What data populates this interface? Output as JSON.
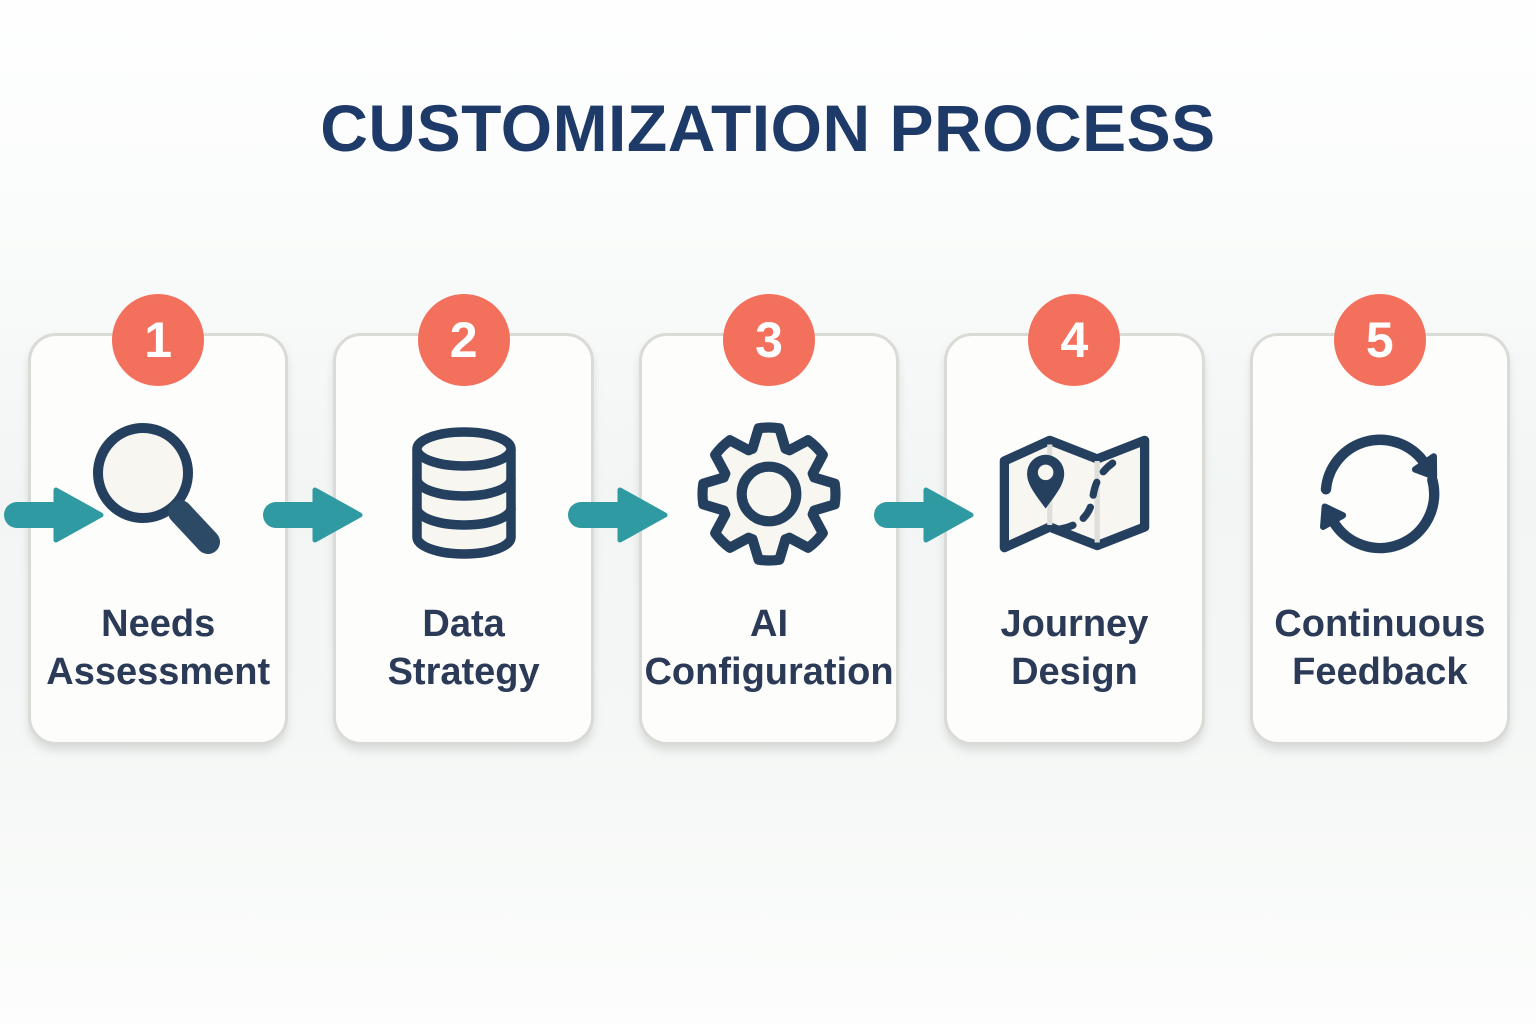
{
  "title": "CUSTOMIZATION PROCESS",
  "colors": {
    "accent_coral": "#F2705C",
    "arrow_teal": "#2F9AA1",
    "icon_navy": "#24405E",
    "title_navy": "#1E3A69",
    "label_navy": "#2B3A57",
    "card_background": "#FDFDFB",
    "card_border": "#DADBD7"
  },
  "steps": [
    {
      "number": "1",
      "label": "Needs Assessment",
      "label_line1": "Needs",
      "label_line2": "Assessment",
      "icon": "search-icon"
    },
    {
      "number": "2",
      "label": "Data Strategy",
      "label_line1": "Data",
      "label_line2": "Strategy",
      "icon": "database-icon"
    },
    {
      "number": "3",
      "label": "AI Configuration",
      "label_line1": "AI",
      "label_line2": "Configuration",
      "icon": "gear-icon"
    },
    {
      "number": "4",
      "label": "Journey Design",
      "label_line1": "Journey",
      "label_line2": "Design",
      "icon": "map-icon"
    },
    {
      "number": "5",
      "label": "Continuous Feedback",
      "label_line1": "Continuous",
      "label_line2": "Feedback",
      "icon": "refresh-icon"
    }
  ],
  "arrow_count": 4
}
